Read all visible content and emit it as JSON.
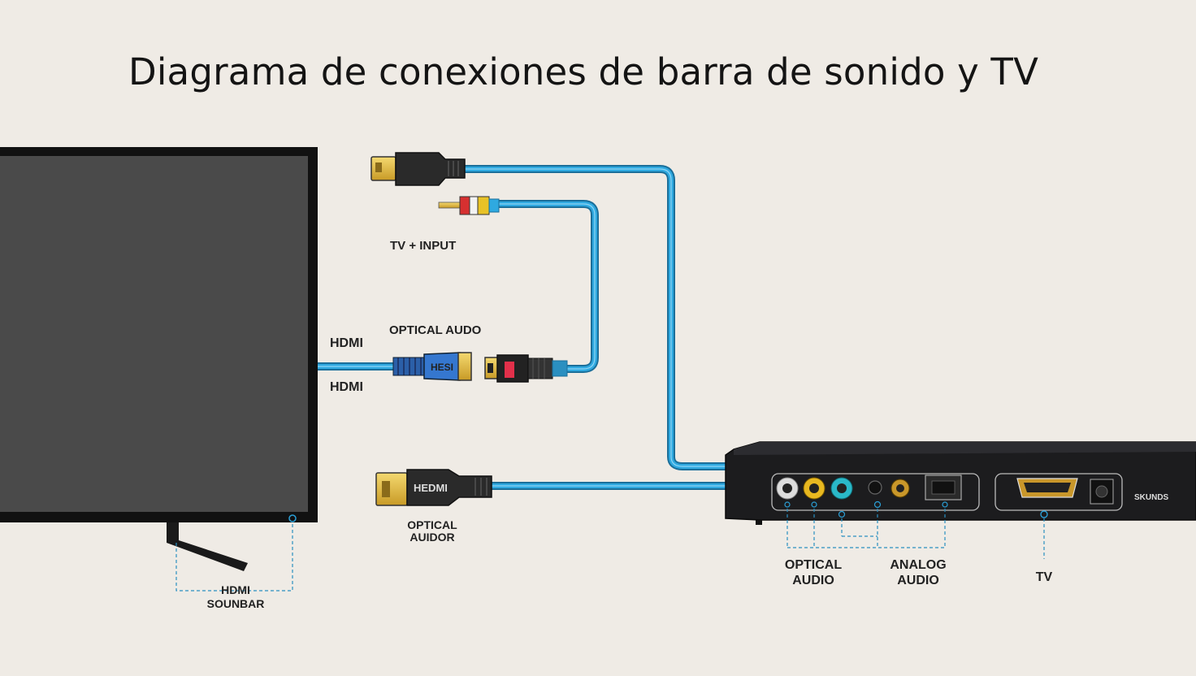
{
  "title": "Diagrama de conexiones de barra de sonido y TV",
  "labels": {
    "tv_input": "TV + INPUT",
    "optical_audo": "OPTICAL AUDO",
    "hdmi_upper": "HDMI",
    "hdmi_lower": "HDMI",
    "optical_audior_line1": "OPTICAL",
    "optical_audior_line2": "AUIDOR",
    "hdmi_soundbar_line1": "HDMI",
    "hdmi_soundbar_line2": "SOUNBAR",
    "optical_audio_line1": "OPTICAL",
    "optical_audio_line2": "AUDIO",
    "analog_audio_line1": "ANALOG",
    "analog_audio_line2": "AUDIO",
    "tv": "TV",
    "plug_hdmi_blue": "HESI",
    "plug_hdmi_bottom": "HEDMI",
    "device_brand": "SKUNDS"
  },
  "colors": {
    "cable_blue": "#2a9fd6",
    "tv_screen": "#4a4a4a",
    "device_body": "#1c1c1e",
    "gold": "#e8c44a",
    "background": "#efebe5"
  }
}
